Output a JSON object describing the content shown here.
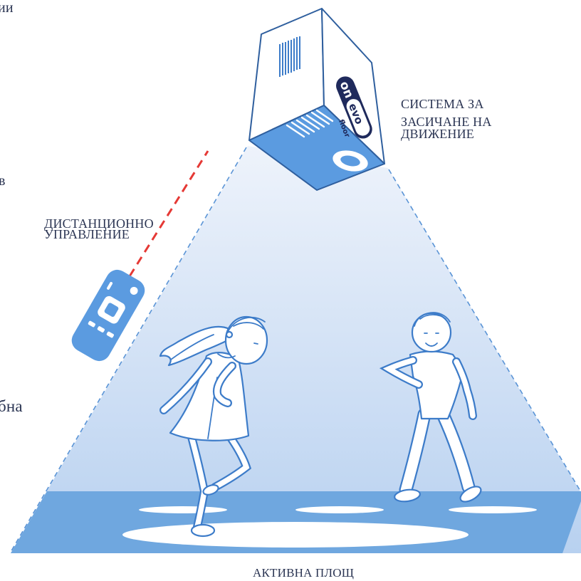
{
  "labels": {
    "motion_system": [
      "СИСТЕМА ЗА",
      "ЗАСИЧАНЕ НА",
      "ДВИЖЕНИЕ"
    ],
    "remote_control": [
      "ДИСТАНЦИОННО",
      "УПРАВЛЕНИЕ"
    ],
    "active_area": "АКТИВНА ПЛОЩ"
  },
  "cut_off_text": {
    "top": "ии",
    "middle": "в",
    "bottom": "бна"
  },
  "logo": {
    "part1": "on",
    "part2": "evo",
    "part3": "floor"
  },
  "colors": {
    "text": "#2b3553",
    "accent_blue": "#5b9be0",
    "floor_blue": "#6fa7df",
    "outline_blue": "#3d7cc9",
    "beam_red": "#e53935",
    "logo_navy": "#1f2a5c",
    "dash_blue": "#5a94d6"
  }
}
